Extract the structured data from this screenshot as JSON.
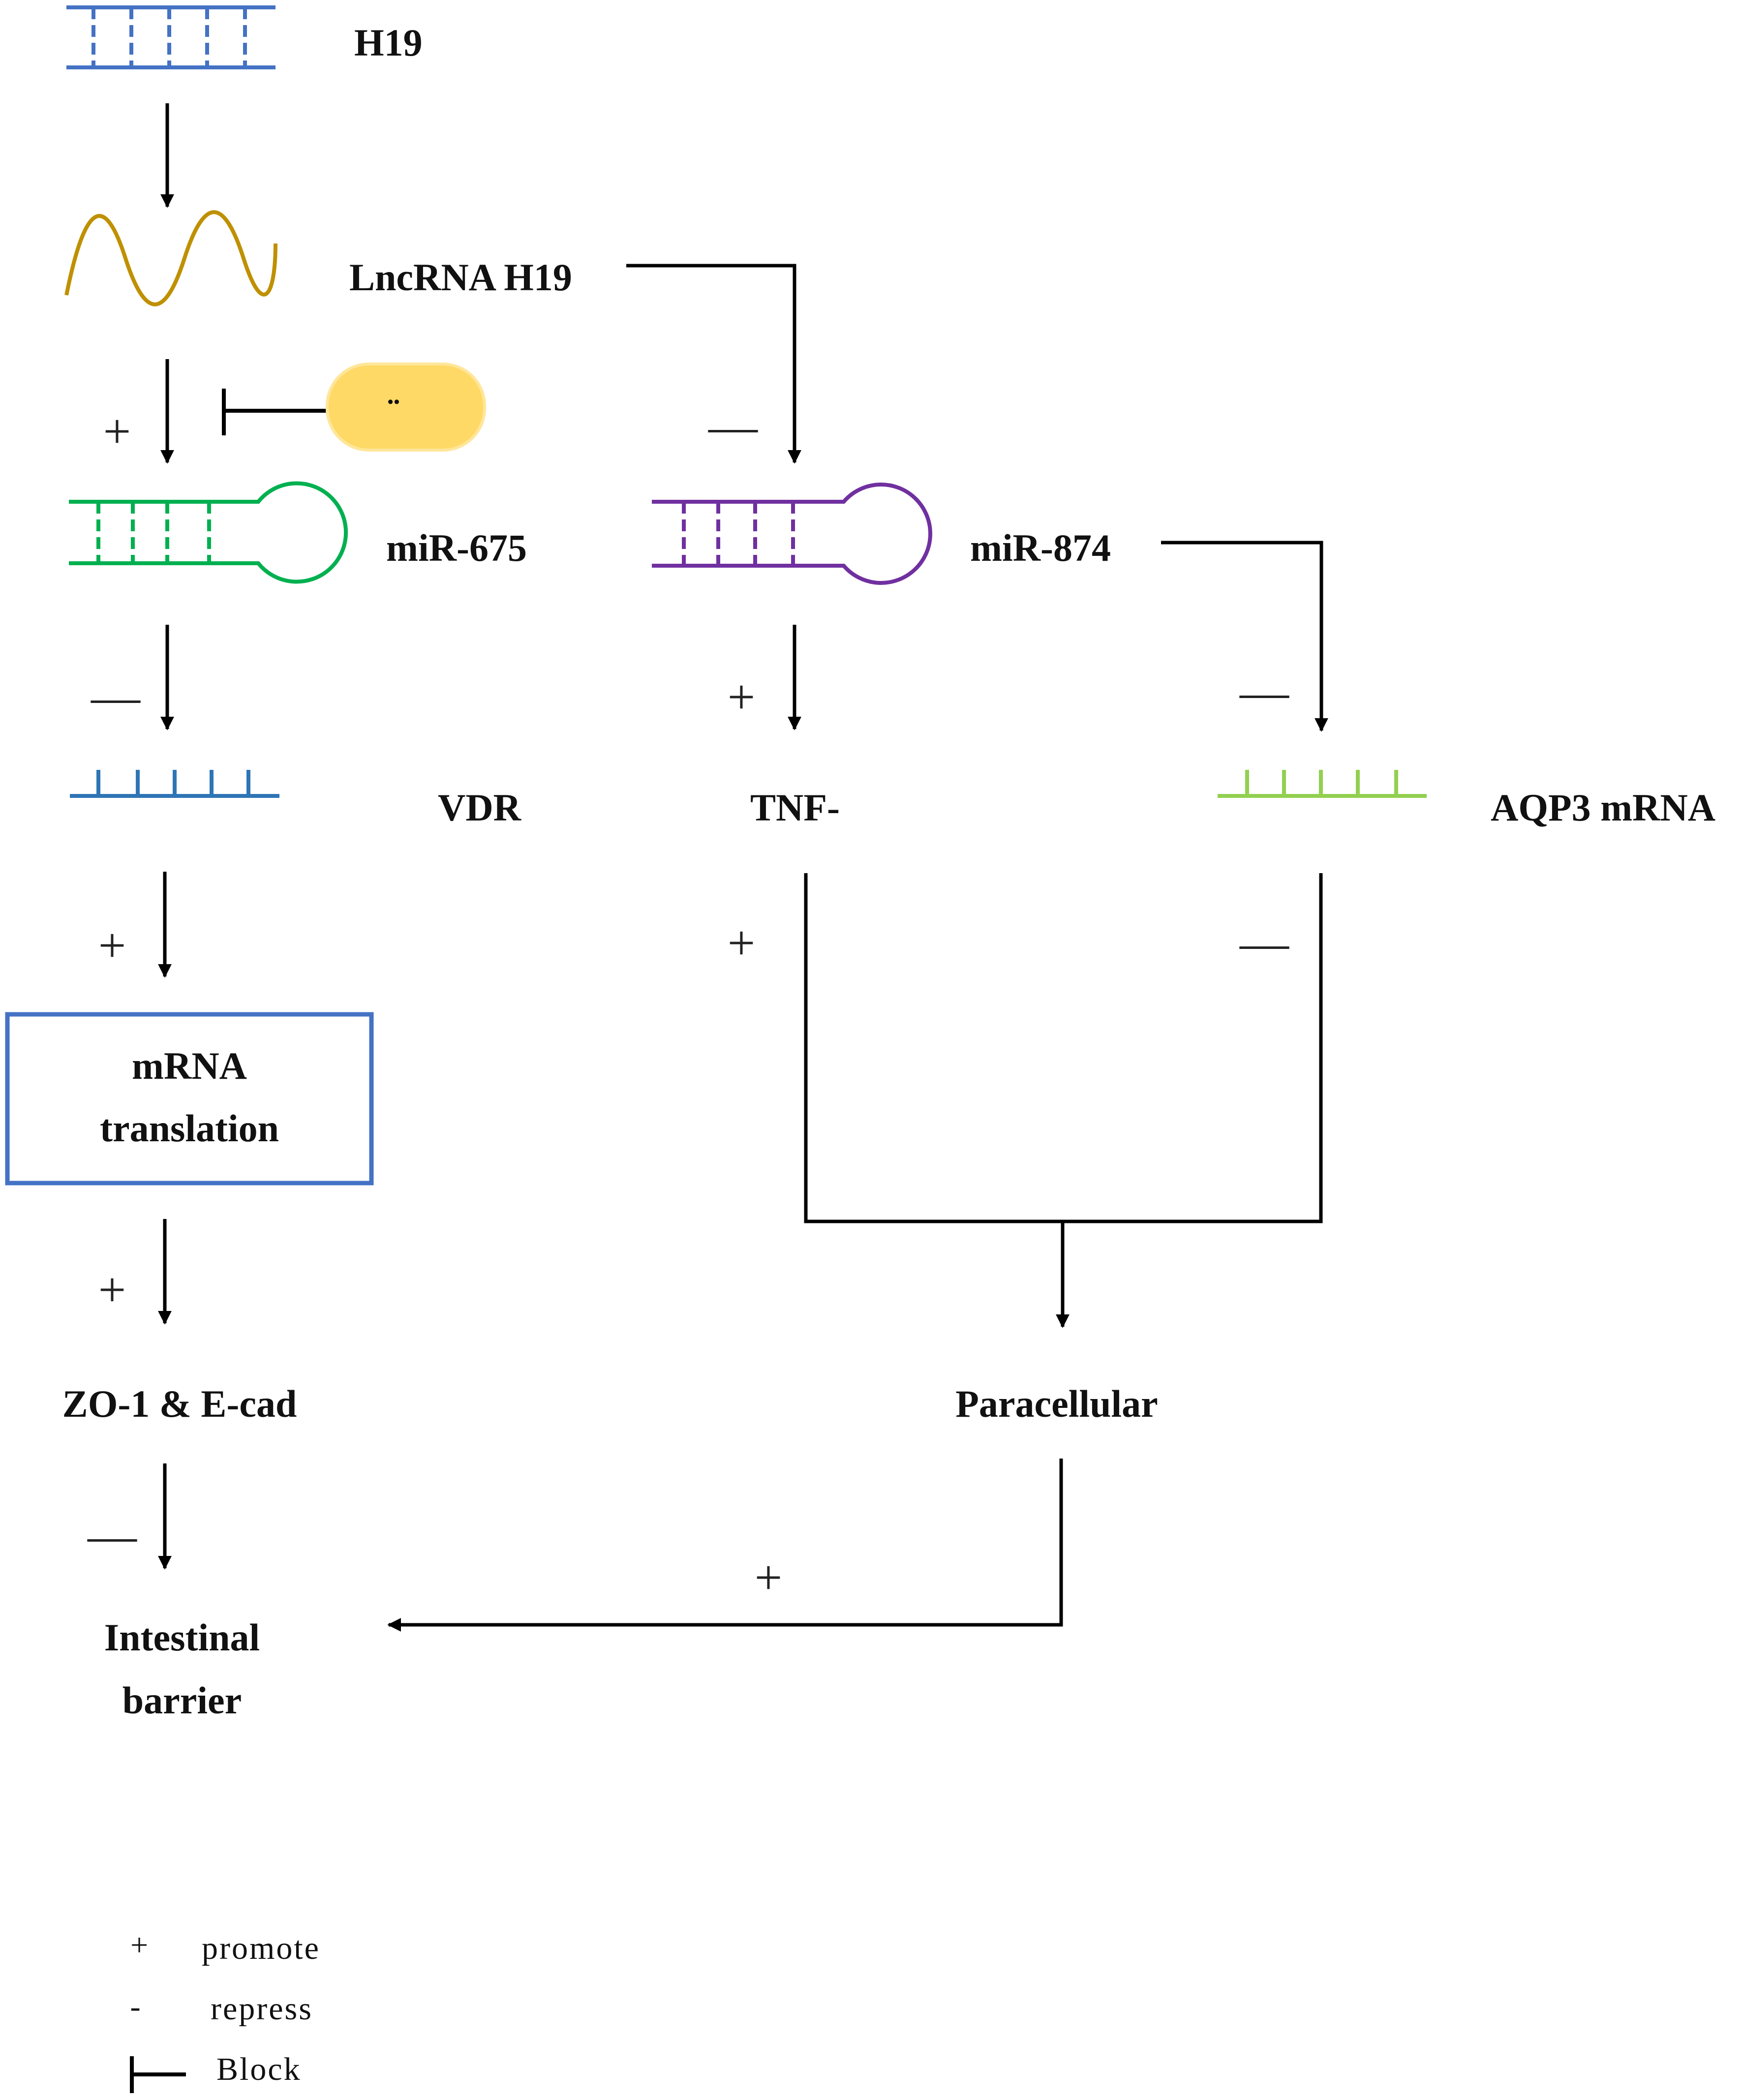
{
  "nodes": {
    "h19": "H19",
    "lncrna_h19": "LncRNA H19",
    "inhibitor": "¨",
    "mir675": "miR-675",
    "mir874": "miR-874",
    "vdr": "VDR",
    "tnf": "TNF-",
    "aqp3": "AQP3 mRNA",
    "mrna_translation_line1": "mRNA",
    "mrna_translation_line2": "translation",
    "zo1_ecad": "ZO-1 & E-cad",
    "paracellular": "Paracellular",
    "intestinal_barrier_line1": "Intestinal",
    "intestinal_barrier_line2": "barrier"
  },
  "signs": {
    "lnc_to_mir675": "+",
    "lnc_to_mir874": "—",
    "mir675_to_vdr": "—",
    "mir874_to_tnf": "+",
    "mir874_to_aqp3": "—",
    "vdr_to_translation": "+",
    "tnf_to_paracellular": "+",
    "aqp3_to_paracellular": "—",
    "translation_to_zo1": "+",
    "zo1_to_barrier": "—",
    "paracellular_to_barrier": "+"
  },
  "legend": {
    "promote_symbol": "+",
    "promote_label": "promote",
    "repress_symbol": "-",
    "repress_label": "repress",
    "block_label": "Block"
  },
  "colors": {
    "h19_rna": "#4472c4",
    "lncrna": "#bf9000",
    "mir675": "#00b050",
    "mir874": "#7030a0",
    "vdr_rna": "#2e75b6",
    "aqp3_rna": "#92d050",
    "inhibitor_fill": "#ffd966",
    "inhibitor_stroke": "#ffe699",
    "translation_box": "#4472c4",
    "arrows": "#000000"
  }
}
